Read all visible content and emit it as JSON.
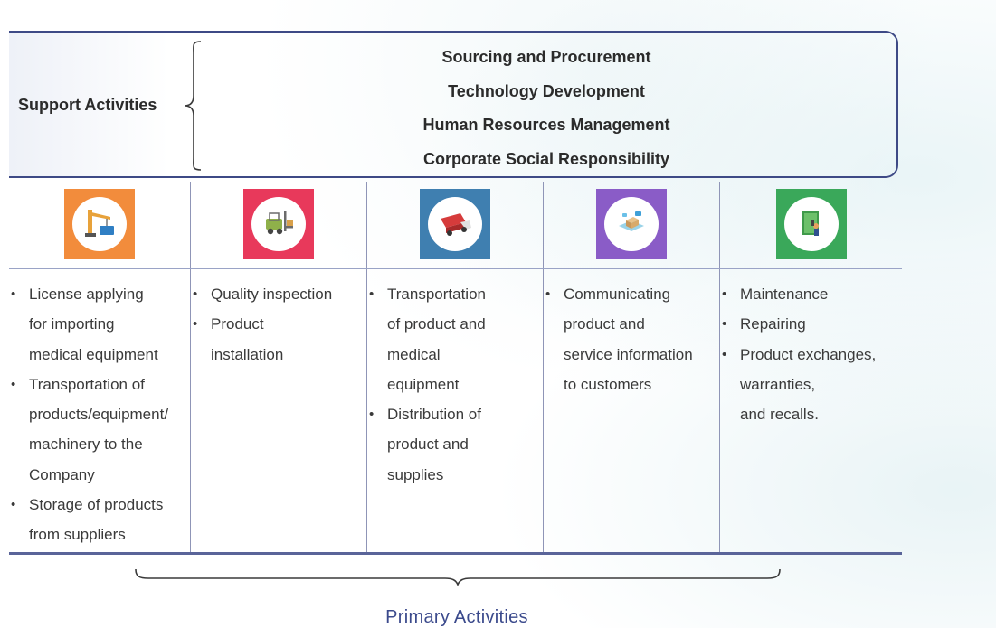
{
  "support": {
    "label": "Support Activities",
    "items": [
      "Sourcing and Procurement",
      "Technology Development",
      "Human Resources Management",
      "Corporate Social Responsibility"
    ]
  },
  "primary": {
    "label": "Primary Activities",
    "columns": [
      {
        "icon": "crane-icon",
        "color": "#f28c3c",
        "bullets": [
          [
            "License applying",
            "for importing",
            "medical equipment"
          ],
          [
            "Transportation of",
            "products/equipment/",
            "machinery to the",
            "Company"
          ],
          [
            "Storage of products",
            "from suppliers"
          ]
        ]
      },
      {
        "icon": "forklift-icon",
        "color": "#e8395b",
        "bullets": [
          [
            "Quality inspection"
          ],
          [
            "Product",
            "installation"
          ]
        ]
      },
      {
        "icon": "truck-icon",
        "color": "#3f7fb0",
        "bullets": [
          [
            "Transportation",
            "of product and",
            "medical",
            "equipment"
          ],
          [
            "Distribution of",
            "product and",
            "supplies"
          ]
        ]
      },
      {
        "icon": "product-info-icon",
        "color": "#8a5cc7",
        "bullets": [
          [
            "Communicating",
            "product and",
            "service information",
            "to customers"
          ]
        ]
      },
      {
        "icon": "maintenance-icon",
        "color": "#3aa85a",
        "bullets": [
          [
            "Maintenance"
          ],
          [
            "Repairing"
          ],
          [
            "Product exchanges,",
            "warranties,",
            "and recalls."
          ]
        ]
      }
    ]
  }
}
